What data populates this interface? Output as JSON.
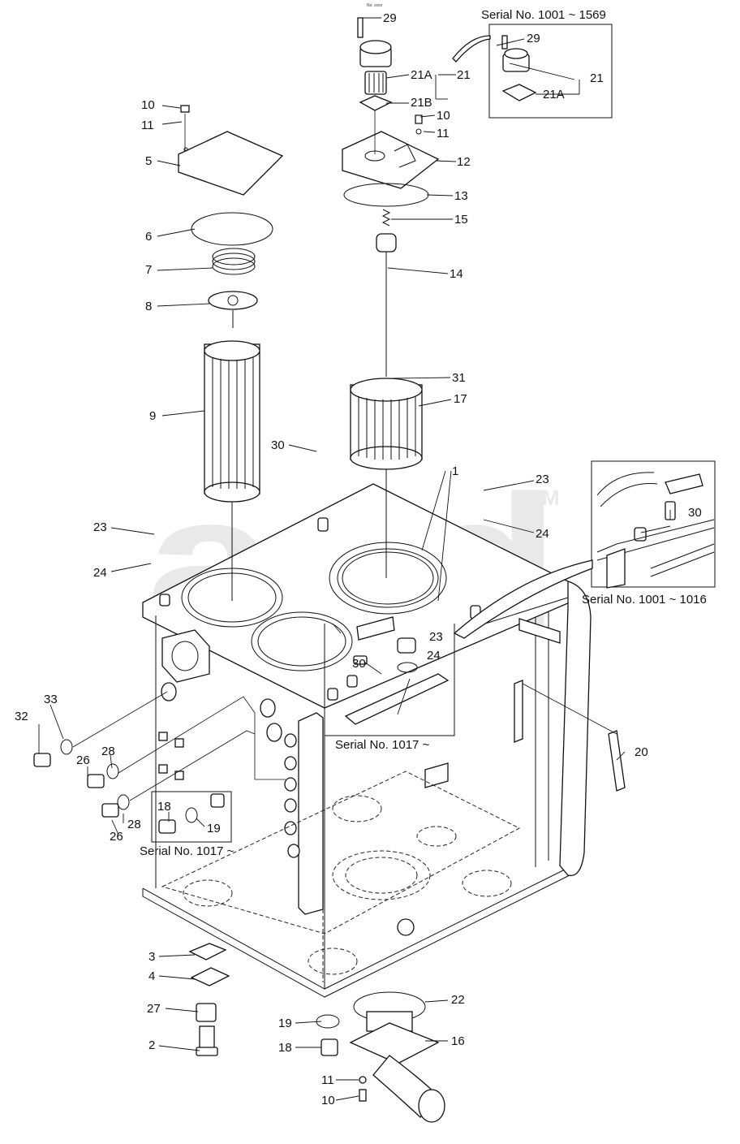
{
  "watermark": {
    "text": "and",
    "tm": "TM"
  },
  "small_mark": "No. xxxx",
  "insets": [
    {
      "caption": "Serial No. 1001 ~ 1569"
    },
    {
      "caption": "Serial No. 1001 ~ 1016"
    },
    {
      "caption": "Serial No. 1017 ~"
    },
    {
      "caption": "Serial No. 1017 ~"
    }
  ],
  "callouts": [
    {
      "text": "29"
    },
    {
      "text": "21A"
    },
    {
      "text": "21"
    },
    {
      "text": "21B"
    },
    {
      "text": "29"
    },
    {
      "text": "21"
    },
    {
      "text": "21A"
    },
    {
      "text": "10"
    },
    {
      "text": "11"
    },
    {
      "text": "12"
    },
    {
      "text": "13"
    },
    {
      "text": "15"
    },
    {
      "text": "14"
    },
    {
      "text": "10"
    },
    {
      "text": "11"
    },
    {
      "text": "5"
    },
    {
      "text": "6"
    },
    {
      "text": "7"
    },
    {
      "text": "8"
    },
    {
      "text": "9"
    },
    {
      "text": "31"
    },
    {
      "text": "17"
    },
    {
      "text": "30"
    },
    {
      "text": "1"
    },
    {
      "text": "23"
    },
    {
      "text": "24"
    },
    {
      "text": "23"
    },
    {
      "text": "24"
    },
    {
      "text": "30"
    },
    {
      "text": "23"
    },
    {
      "text": "30"
    },
    {
      "text": "24"
    },
    {
      "text": "33"
    },
    {
      "text": "32"
    },
    {
      "text": "26"
    },
    {
      "text": "28"
    },
    {
      "text": "28"
    },
    {
      "text": "26"
    },
    {
      "text": "18"
    },
    {
      "text": "19"
    },
    {
      "text": "20"
    },
    {
      "text": "3"
    },
    {
      "text": "4"
    },
    {
      "text": "27"
    },
    {
      "text": "2"
    },
    {
      "text": "22"
    },
    {
      "text": "19"
    },
    {
      "text": "18"
    },
    {
      "text": "16"
    },
    {
      "text": "11"
    },
    {
      "text": "10"
    }
  ]
}
